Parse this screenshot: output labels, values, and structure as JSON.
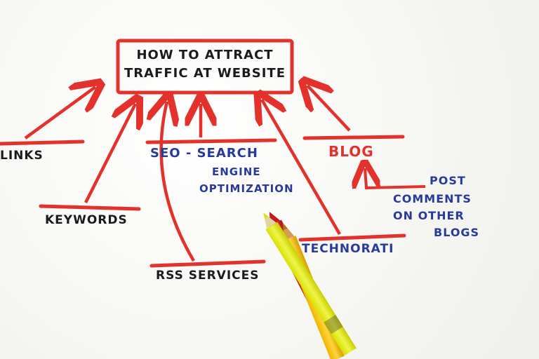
{
  "diagram": {
    "title_lines": [
      "HOW TO ATTRACT",
      "TRAFFIC AT WEBSITE"
    ],
    "nodes": {
      "links": "LINKS",
      "keywords": "KEYWORDS",
      "rss": "RSS SERVICES",
      "seo_line1": "SEO - SEARCH",
      "seo_line2": "ENGINE",
      "seo_line3": "OPTIMIZATION",
      "technorati": "TECHNORATI",
      "blog": "BLOG",
      "post_line1": "POST",
      "post_line2": "COMMENTS",
      "post_line3": "ON OTHER",
      "post_line4": "BLOGS"
    },
    "colors": {
      "marker_red": "#e3312b",
      "ink_black": "#1c1b1b",
      "ink_blue": "#283a9c"
    },
    "objects": [
      "red-pencil",
      "orange-pencil",
      "yellow-pencil"
    ]
  }
}
